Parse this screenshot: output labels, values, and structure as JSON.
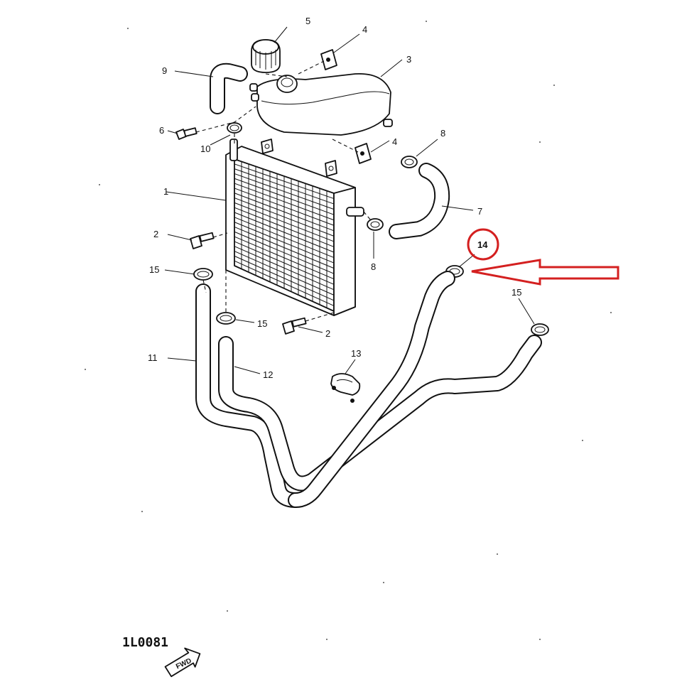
{
  "diagram": {
    "part_numbers": {
      "p1": "1",
      "p2a": "2",
      "p2b": "2",
      "p3": "3",
      "p4a": "4",
      "p4b": "4",
      "p5": "5",
      "p6": "6",
      "p7": "7",
      "p8a": "8",
      "p8b": "8",
      "p9": "9",
      "p10": "10",
      "p11": "11",
      "p12": "12",
      "p13": "13",
      "p14": "14",
      "p15a": "15",
      "p15b": "15",
      "p15c": "15"
    },
    "footer_code": "1L0081",
    "fwd_label": "FWD",
    "highlight_color": "#d42020",
    "line_color": "#111111"
  }
}
